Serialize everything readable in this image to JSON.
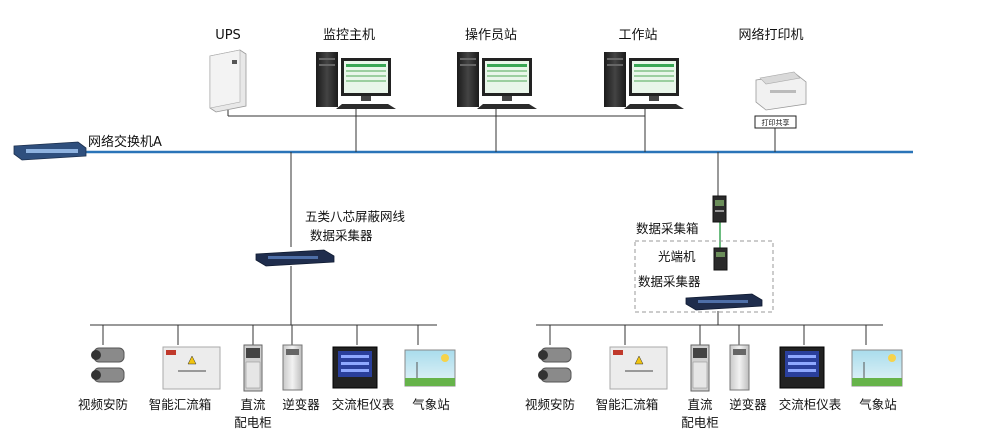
{
  "top_labels": {
    "ups": "UPS",
    "monitor_host": "监控主机",
    "operator_station": "操作员站",
    "workstation": "工作站",
    "network_printer": "网络打印机"
  },
  "print_share": "打印共享",
  "switch_label": "网络交换机A",
  "cable_label": "五类八芯屏蔽网线",
  "collector_left": "数据采集器",
  "collector_box": "数据采集箱",
  "optical_terminal": "光端机",
  "collector_right": "数据采集器",
  "devices_left": {
    "camera": "视频安防",
    "combiner": "智能汇流箱",
    "dc_cabinet_1": "直流",
    "dc_cabinet_2": "配电柜",
    "inverter": "逆变器",
    "ac_meter": "交流柜仪表",
    "weather": "气象站"
  },
  "devices_right": {
    "camera": "视频安防",
    "combiner": "智能汇流箱",
    "dc_cabinet_1": "直流",
    "dc_cabinet_2": "配电柜",
    "inverter": "逆变器",
    "ac_meter": "交流柜仪表",
    "weather": "气象站"
  },
  "colors": {
    "backbone": "#2a74b8",
    "line": "#333333",
    "fiber": "#3aa655"
  }
}
